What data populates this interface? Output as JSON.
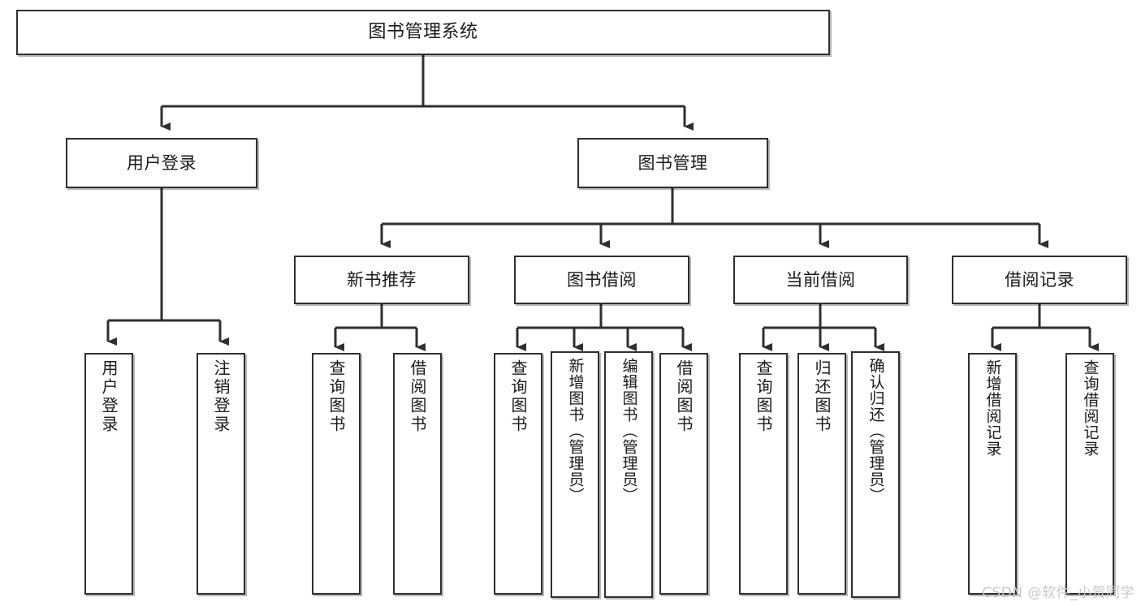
{
  "diagram": {
    "title": "图书管理系统",
    "watermark": "CSDN @软件_小贺同学",
    "colors": {
      "border": "#2f2f2f",
      "line": "#2f2f2f",
      "text": "#1a1a1a",
      "background": "#ffffff",
      "watermark": "#c9c9c9"
    },
    "root": {
      "label": "图书管理系统"
    },
    "level2": [
      {
        "label": "用户登录"
      },
      {
        "label": "图书管理"
      }
    ],
    "level3": [
      {
        "label": "新书推荐"
      },
      {
        "label": "图书借阅"
      },
      {
        "label": "当前借阅"
      },
      {
        "label": "借阅记录"
      }
    ],
    "leaves": {
      "user_login": [
        {
          "label": "用户登录"
        },
        {
          "label": "注销登录"
        }
      ],
      "new_book": [
        {
          "label": "查询图书"
        },
        {
          "label": "借阅图书"
        }
      ],
      "book_borrow": [
        {
          "label": "查询图书"
        },
        {
          "label": "新增图书（管理员）"
        },
        {
          "label": "编辑图书（管理员）"
        },
        {
          "label": "借阅图书"
        }
      ],
      "current_borrow": [
        {
          "label": "查询图书"
        },
        {
          "label": "归还图书"
        },
        {
          "label": "确认归还（管理员）"
        }
      ],
      "borrow_record": [
        {
          "label": "新增借阅记录"
        },
        {
          "label": "查询借阅记录"
        }
      ]
    }
  }
}
